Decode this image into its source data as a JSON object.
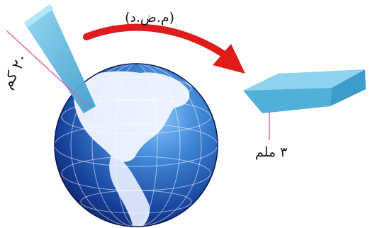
{
  "labels": {
    "arrow_label": "(م.ض.د)",
    "thickness_left": "۲۰ کم",
    "thickness_right": "۳ ملم"
  },
  "colors": {
    "ocean_dark": "#0b1f5c",
    "ocean_light": "#3f86d6",
    "land": "#f2f6ff",
    "beam": "#66bfe0",
    "slab_top": "#8fd3ef",
    "slab_front": "#4fb0d8",
    "arrow": "#e01b1b",
    "guide_line": "#e060a8"
  }
}
